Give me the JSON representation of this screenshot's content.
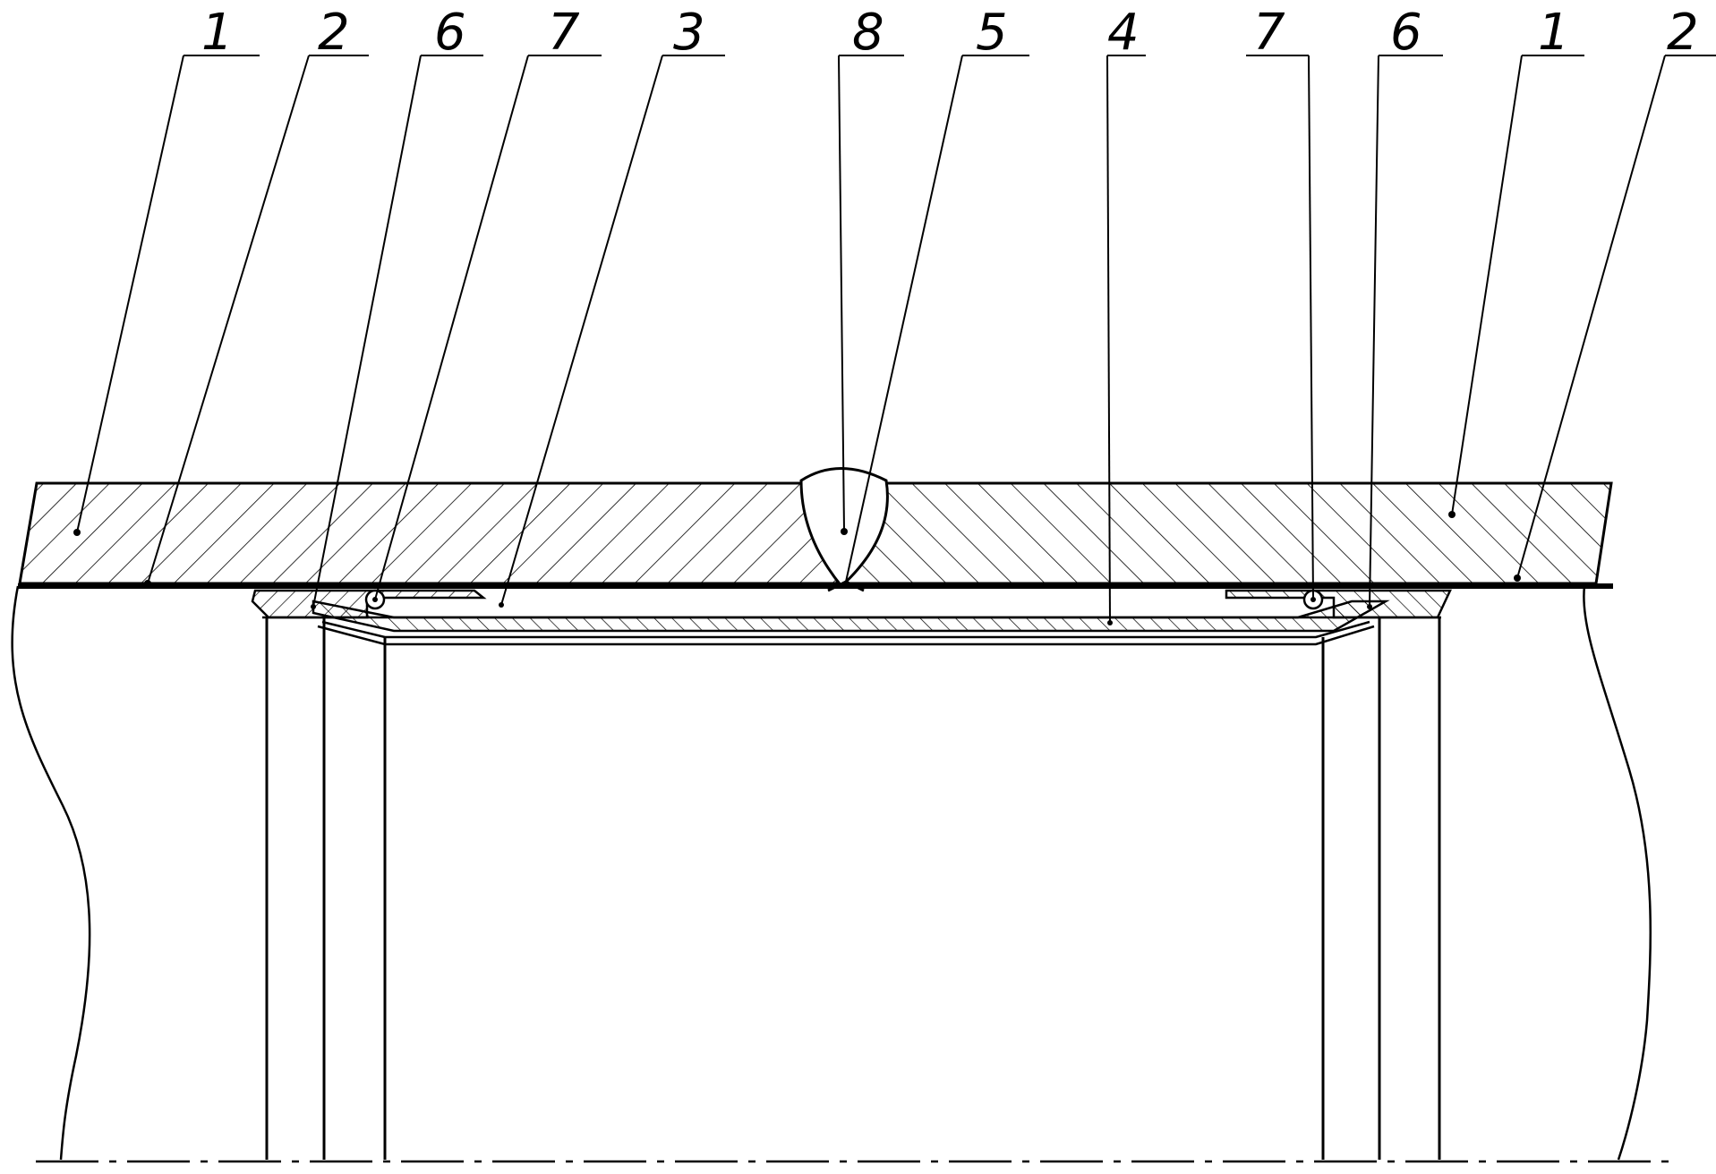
{
  "drawing": {
    "callouts": [
      {
        "id": "c1-left",
        "label": "1"
      },
      {
        "id": "c2-left",
        "label": "2"
      },
      {
        "id": "c6-left",
        "label": "6"
      },
      {
        "id": "c7-left",
        "label": "7"
      },
      {
        "id": "c3",
        "label": "3"
      },
      {
        "id": "c8",
        "label": "8"
      },
      {
        "id": "c5",
        "label": "5"
      },
      {
        "id": "c4",
        "label": "4"
      },
      {
        "id": "c7-right",
        "label": "7"
      },
      {
        "id": "c6-right",
        "label": "6"
      },
      {
        "id": "c1-right",
        "label": "1"
      },
      {
        "id": "c2-right",
        "label": "2"
      }
    ]
  }
}
